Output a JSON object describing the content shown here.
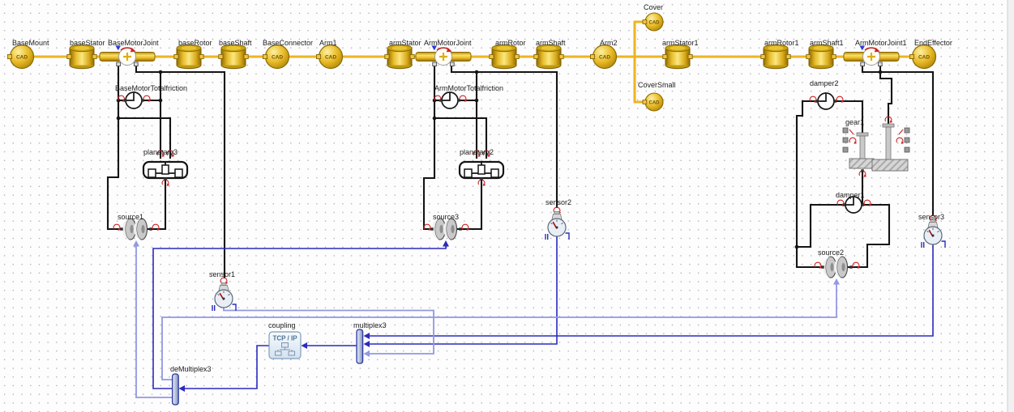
{
  "colors": {
    "yellow_line": "#edb422",
    "mech_line": "#141414",
    "signal_blue": "#2b2bbf",
    "signal_blue_light": "#9298e2",
    "grid_dot": "#a7a7af"
  },
  "labels": {
    "cad": "CAD",
    "top": [
      "BaseMount",
      "baseStator",
      "BaseMotorJoint",
      "baseRotor",
      "baseShaft",
      "BaseConnector",
      "Arm1",
      "armStator",
      "ArmMotorJoint",
      "armRotor",
      "armShaft",
      "Arm2",
      "armStator1",
      "armRotor1",
      "armShaft1",
      "ArmMotorJoint1",
      "EndEffector"
    ],
    "cover": "Cover",
    "cover_small": "CoverSmall",
    "base_friction": "BaseMotorTotalfriction",
    "arm_friction": "ArmMotorTotalfriction",
    "planetary3": "planetary3",
    "planetary2": "planetary2",
    "source1": "source1",
    "source3": "source3",
    "source2": "source2",
    "sensor1": "sensor1",
    "sensor2": "sensor2",
    "sensor3": "sensor3",
    "damper2": "damper2",
    "damper1": "damper1",
    "gear1": "gear1",
    "coupling": "coupling",
    "coupling_protocol": "TCP / IP",
    "multiplex3": "multiplex3",
    "demultiplex3": "deMultiplex3"
  }
}
